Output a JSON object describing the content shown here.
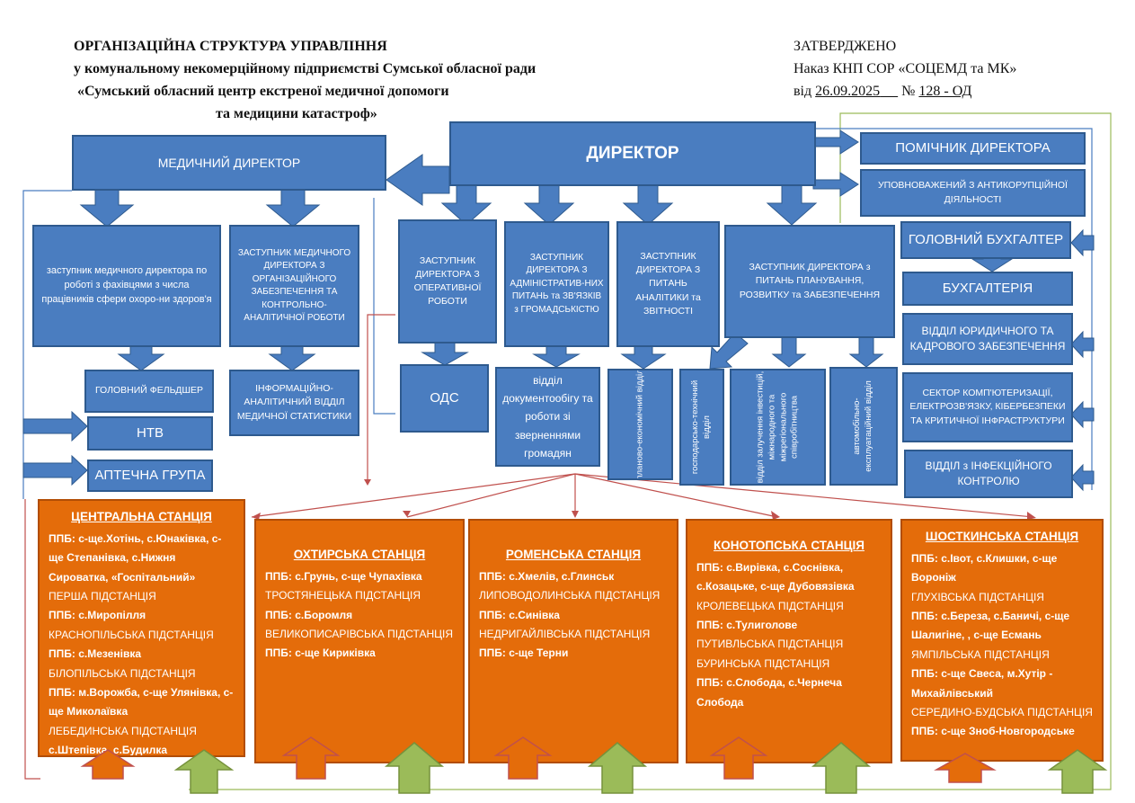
{
  "header": {
    "line1": "ОРГАНІЗАЦІЙНА СТРУКТУРА УПРАВЛІННЯ",
    "line2": "у комунальному некомерційному підприємстві Сумської обласної ради",
    "line3": "«Сумський обласний центр екстреної медичної допомоги",
    "line4": "та медицини катастроф»"
  },
  "approval": {
    "title": "ЗАТВЕРДЖЕНО",
    "order": "Наказ КНП СОР «СОЦЕМД та МК»",
    "date_prefix": "від",
    "date": "26.09.2025",
    "number_prefix": "№",
    "number": "128 - ОД"
  },
  "boxes": {
    "director": "ДИРЕКТОР",
    "medical_director": "МЕДИЧНИЙ ДИРЕКТОР",
    "assistant": "ПОМІЧНИК ДИРЕКТОРА",
    "anticorruption": "УПОВНОВАЖЕНИЙ З АНТИКОРУПЦІЙНОЇ ДІЯЛЬНОСТІ",
    "chief_accountant": "ГОЛОВНИЙ БУХГАЛТЕР",
    "accounting": "БУХГАЛТЕРІЯ",
    "legal_hr": "ВІДДІЛ ЮРИДИЧНОГО ТА КАДРОВОГО ЗАБЕЗПЕЧЕННЯ",
    "it_sector": "СЕКТОР КОМП'ЮТЕРИЗАЦІЇ, ЕЛЕКТРОЗВ'ЯЗКУ, КІБЕРБЕЗПЕКИ ТА КРИТИЧНОЇ ІНФРАСТРУКТУРИ",
    "infection": "ВІДДІЛ з ІНФЕКЦІЙНОГО КОНТРОЛЮ",
    "dep_med_specialists": "заступник медичного директора по роботі з фахівцями з числа працівників сфери охоро-ни здоров'я",
    "dep_med_org": "ЗАСТУПНИК МЕДИЧНОГО ДИРЕКТОРА З ОРГАНІЗАЦІЙНОГО ЗАБЕЗПЕЧЕННЯ ТА КОНТРОЛЬНО-АНАЛІТИЧНОЇ РОБОТИ",
    "dep_operative": "ЗАСТУПНИК ДИРЕКТОРА З ОПЕРАТИВНОЇ РОБОТИ",
    "dep_admin": "ЗАСТУПНИК ДИРЕКТОРА З АДМІНІСТРАТИВ-НИХ ПИТАНЬ та ЗВ'ЯЗКІВ з ГРОМАДСЬКІСТЮ",
    "dep_analytics": "ЗАСТУПНИК ДИРЕКТОРА З ПИТАНЬ АНАЛІТИКИ та ЗВІТНОСТІ",
    "dep_planning": "ЗАСТУПНИК ДИРЕКТОРА з ПИТАНЬ ПЛАНУВАННЯ, РОЗВИТКУ та ЗАБЕЗПЕЧЕННЯ",
    "chief_paramedic": "ГОЛОВНИЙ ФЕЛЬДШЕР",
    "info_dept": "ІНФОРМАЦІЙНО-АНАЛІТИЧНИЙ ВІДДІЛ МЕДИЧНОЇ СТАТИСТИКИ",
    "ntv": "НТВ",
    "pharmacy": "АПТЕЧНА ГРУПА",
    "ods": "ОДС",
    "docs_dept": "відділ документообігу та роботи зі зверненнями громадян",
    "planning_econ": "планово-економічний відділ",
    "household": "господарсько-технічний відділ",
    "investment": "відділ залучення інвестицій, міжнародного та міжрегіонального співробітництва",
    "motor": "автомобільно-експлуатаційний відділ"
  },
  "stations": [
    {
      "title": "ЦЕНТРАЛЬНА СТАНЦІЯ",
      "lines": [
        {
          "t": "ППБ: с-ще.Хотінь, с.Юнаківка, с-ще Степанівка, с.Нижня Сироватка, «Госпітальний»",
          "b": true
        },
        {
          "t": "ПЕРША ПІДСТАНЦІЯ",
          "b": false
        },
        {
          "t": "ППБ: с.Миропілля",
          "b": true
        },
        {
          "t": "КРАСНОПІЛЬСЬКА ПІДСТАНЦІЯ",
          "b": false
        },
        {
          "t": "ППБ: с.Мезенівка",
          "b": true
        },
        {
          "t": "БІЛОПІЛЬСЬКА ПІДСТАНЦІЯ",
          "b": false
        },
        {
          "t": "ППБ: м.Ворожба, с-ще Улянівка, с-ще Миколаївка",
          "b": true
        },
        {
          "t": "ЛЕБЕДИНСЬКА ПІДСТАНЦІЯ",
          "b": false
        },
        {
          "t": "с.Штепівка, с.Будилка",
          "b": true
        }
      ]
    },
    {
      "title": "ОХТИРСЬКА СТАНЦІЯ",
      "lines": [
        {
          "t": "ППБ: с.Грунь, с-ще Чупахівка",
          "b": true
        },
        {
          "t": "ТРОСТЯНЕЦЬКА ПІДСТАНЦІЯ",
          "b": false
        },
        {
          "t": "ППБ: с.Боромля",
          "b": true
        },
        {
          "t": "ВЕЛИКОПИСАРІВСЬКА ПІДСТАНЦІЯ",
          "b": false
        },
        {
          "t": "ППБ: с-ще Кириківка",
          "b": true
        }
      ]
    },
    {
      "title": "РОМЕНСЬКА СТАНЦІЯ",
      "lines": [
        {
          "t": "ППБ: с.Хмелів, с.Глинськ",
          "b": true
        },
        {
          "t": "ЛИПОВОДОЛИНСЬКА ПІДСТАНЦІЯ",
          "b": false
        },
        {
          "t": "ППБ: с.Синівка",
          "b": true
        },
        {
          "t": "НЕДРИГАЙЛІВСЬКА ПІДСТАНЦІЯ",
          "b": false
        },
        {
          "t": "ППБ: с-ще Терни",
          "b": true
        }
      ]
    },
    {
      "title": "КОНОТОПСЬКА СТАНЦІЯ",
      "lines": [
        {
          "t": "ППБ: с.Вирівка, с.Соснівка, с.Козацьке, с-ще Дубовязівка",
          "b": true
        },
        {
          "t": "КРОЛЕВЕЦЬКА ПІДСТАНЦІЯ",
          "b": false
        },
        {
          "t": "ППБ: с.Тулиголове",
          "b": true
        },
        {
          "t": "ПУТИВЛЬСЬКА ПІДСТАНЦІЯ",
          "b": false
        },
        {
          "t": "БУРИНСЬКА ПІДСТАНЦІЯ",
          "b": false
        },
        {
          "t": "ППБ: с.Слобода, с.Чернеча Слобода",
          "b": true
        }
      ]
    },
    {
      "title": "ШОСТКИНСЬКА СТАНЦІЯ",
      "lines": [
        {
          "t": "ППБ: с.Івот, с.Клишки, с-ще Воронiж",
          "b": true
        },
        {
          "t": "ГЛУХІВСЬКА ПІДСТАНЦІЯ",
          "b": false
        },
        {
          "t": "ППБ: с.Береза, с.Баничі, с-ще Шалигіне, , с-ще Есмань",
          "b": true
        },
        {
          "t": "ЯМПІЛЬСЬКА ПІДСТАНЦІЯ",
          "b": false
        },
        {
          "t": "ППБ: с-ще Свеса, м.Хутір - Михайлівський",
          "b": true
        },
        {
          "t": "СЕРЕДИНО-БУДСЬКА ПІДСТАНЦІЯ",
          "b": false
        },
        {
          "t": "ППБ: с-ще Зноб-Новгородське",
          "b": true
        }
      ]
    }
  ],
  "colors": {
    "blue_box": "#4a7dc0",
    "orange_box": "#e46c0a",
    "red_arrow": "#c0504d",
    "green_arrow": "#9bbb59",
    "green_line": "#9bbb59"
  }
}
